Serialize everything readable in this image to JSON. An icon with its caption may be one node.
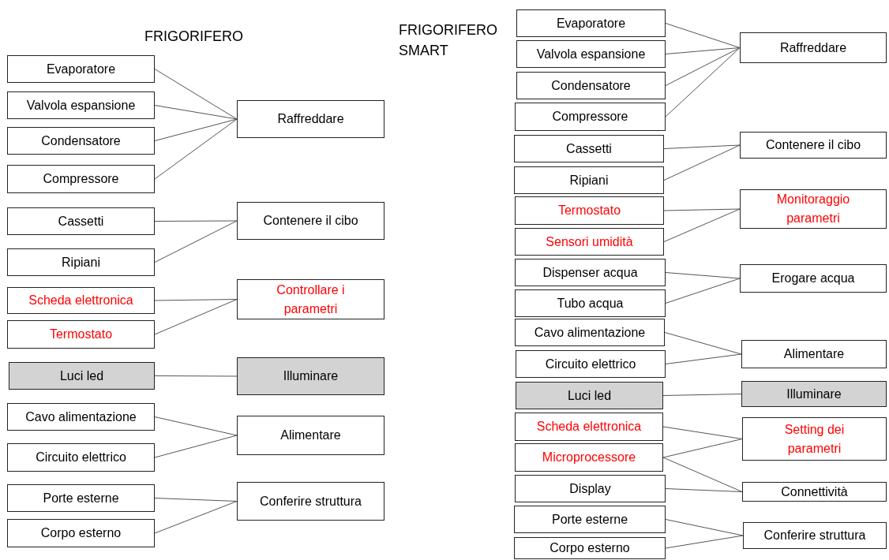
{
  "diagram": {
    "nodes": [
      {
        "text": [
          "Evaporatore"
        ]
      },
      {
        "text": [
          "Valvola espansione"
        ]
      },
      {
        "text": [
          "Condensatore"
        ]
      },
      {
        "text": [
          "Compressore"
        ]
      },
      {
        "text": [
          "Raffreddare"
        ]
      },
      {
        "text": [
          "Cassetti"
        ]
      },
      {
        "text": [
          "Ripiani"
        ]
      },
      {
        "text": [
          "Contenere il cibo"
        ]
      },
      {
        "text": [
          "Scheda elettronica"
        ]
      },
      {
        "text": [
          "Termostato"
        ]
      },
      {
        "text": [
          "Controllare i parametri"
        ]
      },
      {
        "text": [
          "Luci led"
        ]
      },
      {
        "text": [
          "Illuminare"
        ]
      },
      {
        "text": [
          "Cavo alimentazione"
        ]
      },
      {
        "text": [
          "Circuito elettrico"
        ]
      },
      {
        "text": [
          "Alimentare"
        ]
      },
      {
        "text": [
          "Porte esterne"
        ]
      },
      {
        "text": [
          "Corpo esterno"
        ]
      },
      {
        "text": [
          "Conferire struttura"
        ]
      },
      {
        "text": [
          "Evaporatore"
        ]
      },
      {
        "text": [
          "Valvola espansione"
        ]
      },
      {
        "text": [
          "Condensatore"
        ]
      },
      {
        "text": [
          "Compressore"
        ]
      },
      {
        "text": [
          "Raffreddare"
        ]
      },
      {
        "text": [
          "Cassetti"
        ]
      },
      {
        "text": [
          "Ripiani"
        ]
      },
      {
        "text": [
          "Contenere il cibo"
        ]
      },
      {
        "text": [
          "Termostato"
        ]
      },
      {
        "text": [
          "Sensori umidità"
        ]
      },
      {
        "text": [
          "Monitoraggio parametri"
        ]
      },
      {
        "text": [
          "Dispenser acqua"
        ]
      },
      {
        "text": [
          "Tubo acqua"
        ]
      },
      {
        "text": [
          "Erogare acqua"
        ]
      },
      {
        "text": [
          "Cavo alimentazione"
        ]
      },
      {
        "text": [
          "Circuito elettrico"
        ]
      },
      {
        "text": [
          "Alimentare"
        ]
      },
      {
        "text": [
          "Luci led"
        ]
      },
      {
        "text": [
          "Illuminare"
        ]
      },
      {
        "text": [
          "Scheda elettronica"
        ]
      },
      {
        "text": [
          "Microprocessore"
        ]
      },
      {
        "text": [
          "Setting dei parametri"
        ]
      },
      {
        "text": [
          "Display"
        ]
      },
      {
        "text": [
          "Connettività"
        ]
      },
      {
        "text": [
          "Porte esterne"
        ]
      },
      {
        "text": [
          "Corpo esterno"
        ]
      },
      {
        "text": [
          "Conferire struttura"
        ]
      }
    ],
    "edges": [
      {
        "from": 0,
        "to": 4,
        "arrow": "none"
      },
      {
        "from": 1,
        "to": 4,
        "arrow": "none"
      },
      {
        "from": 2,
        "to": 4,
        "arrow": "none"
      },
      {
        "from": 3,
        "to": 4,
        "arrow": "none"
      },
      {
        "from": 5,
        "to": 7,
        "arrow": "none"
      },
      {
        "from": 6,
        "to": 7,
        "arrow": "none"
      },
      {
        "from": 8,
        "to": 10,
        "arrow": "none"
      },
      {
        "from": 9,
        "to": 10,
        "arrow": "none"
      },
      {
        "from": 11,
        "to": 12,
        "arrow": "none"
      },
      {
        "from": 13,
        "to": 15,
        "arrow": "none"
      },
      {
        "from": 14,
        "to": 15,
        "arrow": "none"
      },
      {
        "from": 16,
        "to": 18,
        "arrow": "none"
      },
      {
        "from": 17,
        "to": 18,
        "arrow": "none"
      },
      {
        "from": 19,
        "to": 23,
        "arrow": "none"
      },
      {
        "from": 20,
        "to": 23,
        "arrow": "none"
      },
      {
        "from": 21,
        "to": 23,
        "arrow": "none"
      },
      {
        "from": 22,
        "to": 23,
        "arrow": "none"
      },
      {
        "from": 24,
        "to": 26,
        "arrow": "none"
      },
      {
        "from": 25,
        "to": 26,
        "arrow": "none"
      },
      {
        "from": 27,
        "to": 29,
        "arrow": "none"
      },
      {
        "from": 28,
        "to": 29,
        "arrow": "none"
      },
      {
        "from": 30,
        "to": 32,
        "arrow": "none"
      },
      {
        "from": 31,
        "to": 32,
        "arrow": "none"
      },
      {
        "from": 33,
        "to": 35,
        "arrow": "none"
      },
      {
        "from": 34,
        "to": 35,
        "arrow": "none"
      },
      {
        "from": 36,
        "to": 37,
        "arrow": "none"
      },
      {
        "from": 38,
        "to": 40,
        "arrow": "none"
      },
      {
        "from": 39,
        "to": 40,
        "arrow": "none"
      },
      {
        "from": 39,
        "to": 42,
        "arrow": "none"
      },
      {
        "from": 41,
        "to": 42,
        "arrow": "none"
      },
      {
        "from": 43,
        "to": 45,
        "arrow": "none"
      },
      {
        "from": 44,
        "to": 45,
        "arrow": "none"
      }
    ],
    "labels": [
      "FRIGORIFERO",
      "FRIGORIFERO SMART"
    ]
  }
}
